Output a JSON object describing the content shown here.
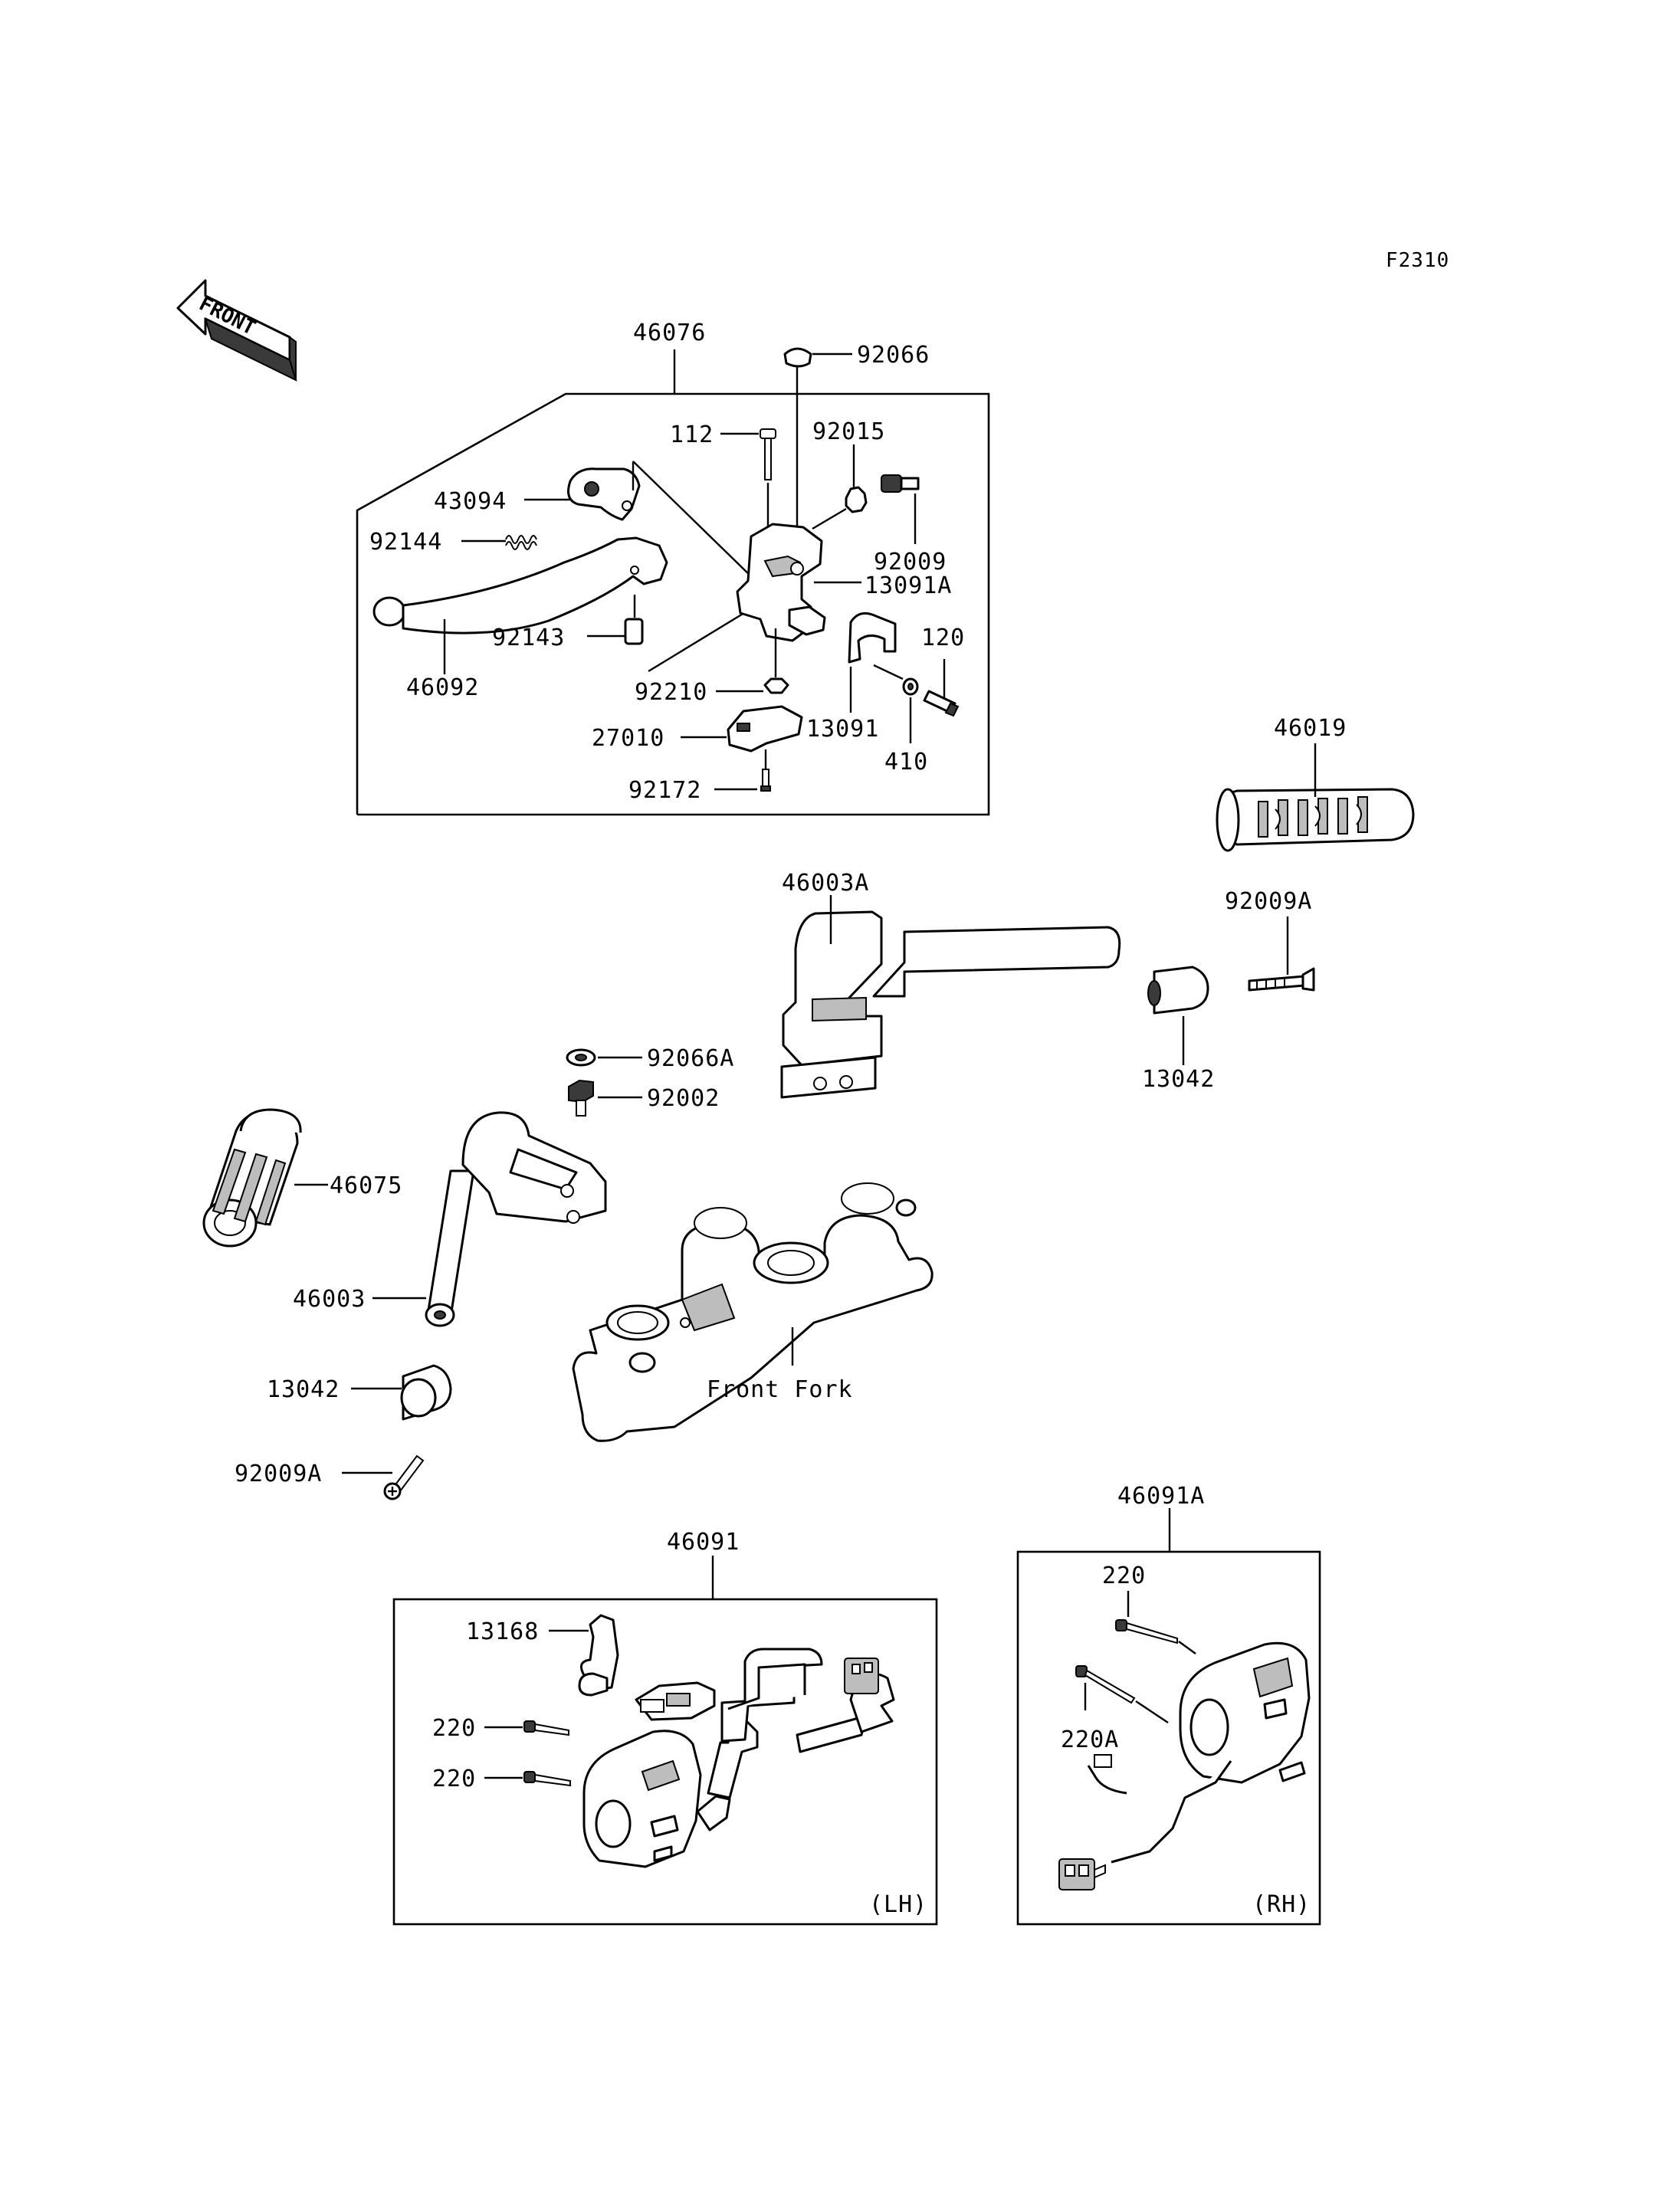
{
  "figure_code": "F2310",
  "direction_label": "FRONT",
  "box_labels": {
    "lh": "(LH)",
    "rh": "(RH)"
  },
  "parts": {
    "p46076": "46076",
    "p92066": "92066",
    "p112": "112",
    "p92015": "92015",
    "p43094": "43094",
    "p92144": "92144",
    "p92009": "92009",
    "p13091A": "13091A",
    "p92143": "92143",
    "p120": "120",
    "p46092": "46092",
    "p92210": "92210",
    "p13091": "13091",
    "p27010": "27010",
    "p410": "410",
    "p92172": "92172",
    "p46019": "46019",
    "p46003A": "46003A",
    "p92009A_top": "92009A",
    "p92066A": "92066A",
    "p13042_top": "13042",
    "p92002": "92002",
    "p46075": "46075",
    "p46003": "46003",
    "p13042_bottom": "13042",
    "p92009A_bottom": "92009A",
    "front_fork": "Front Fork",
    "p46091A": "46091A",
    "p46091": "46091",
    "p220_rh": "220",
    "p13168": "13168",
    "p220A": "220A",
    "p220_lh_a": "220",
    "p220_lh_b": "220"
  }
}
